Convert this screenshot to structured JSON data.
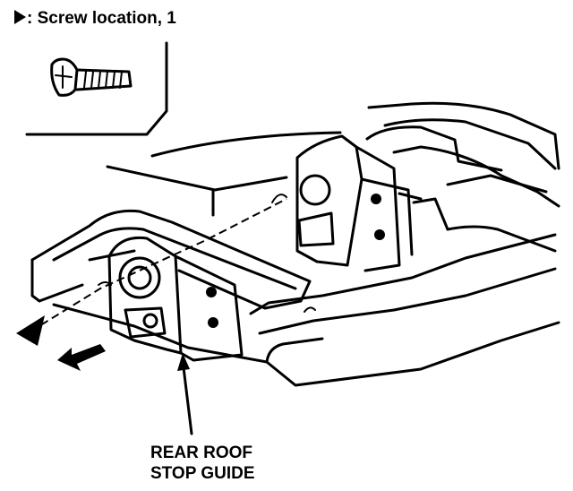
{
  "legend": {
    "marker_icon": "triangle-pointer-icon",
    "colon": ":",
    "text": "Screw location, 1"
  },
  "part_label": {
    "line1": "REAR ROOF",
    "line2": "STOP GUIDE"
  },
  "colors": {
    "ink": "#000000",
    "background": "#ffffff"
  }
}
